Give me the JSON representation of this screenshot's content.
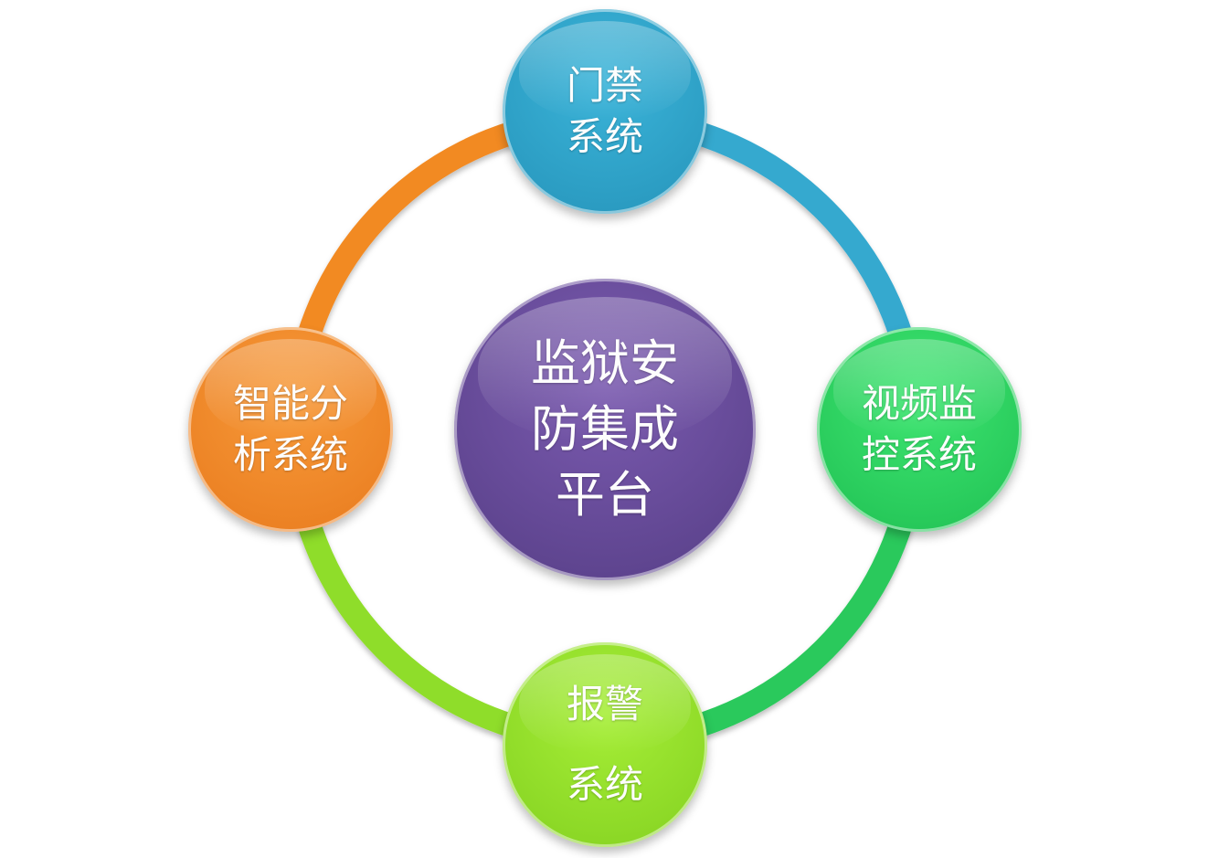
{
  "diagram": {
    "type": "hub-cycle",
    "center": {
      "label": "监狱安\n防集成\n平台",
      "color": "#6a4e9a"
    },
    "nodes": [
      {
        "id": "access-control",
        "label": "门禁\n系统",
        "color": "#2fa5c9",
        "position": "top"
      },
      {
        "id": "video-surveillance",
        "label": "视频监\n控系统",
        "color": "#2fd062",
        "position": "right"
      },
      {
        "id": "alarm",
        "label": "报警\n\n系统",
        "color": "#92e02b",
        "position": "bottom"
      },
      {
        "id": "intelligent-analysis",
        "label": "智能分\n析系统",
        "color": "#f0892a",
        "position": "left"
      }
    ],
    "ring_arcs": [
      {
        "from": "top",
        "to": "right",
        "color": "#36a9cf"
      },
      {
        "from": "right",
        "to": "bottom",
        "color": "#2cc95c"
      },
      {
        "from": "bottom",
        "to": "left",
        "color": "#8fdd2a"
      },
      {
        "from": "left",
        "to": "top",
        "color": "#f28a24"
      }
    ]
  }
}
